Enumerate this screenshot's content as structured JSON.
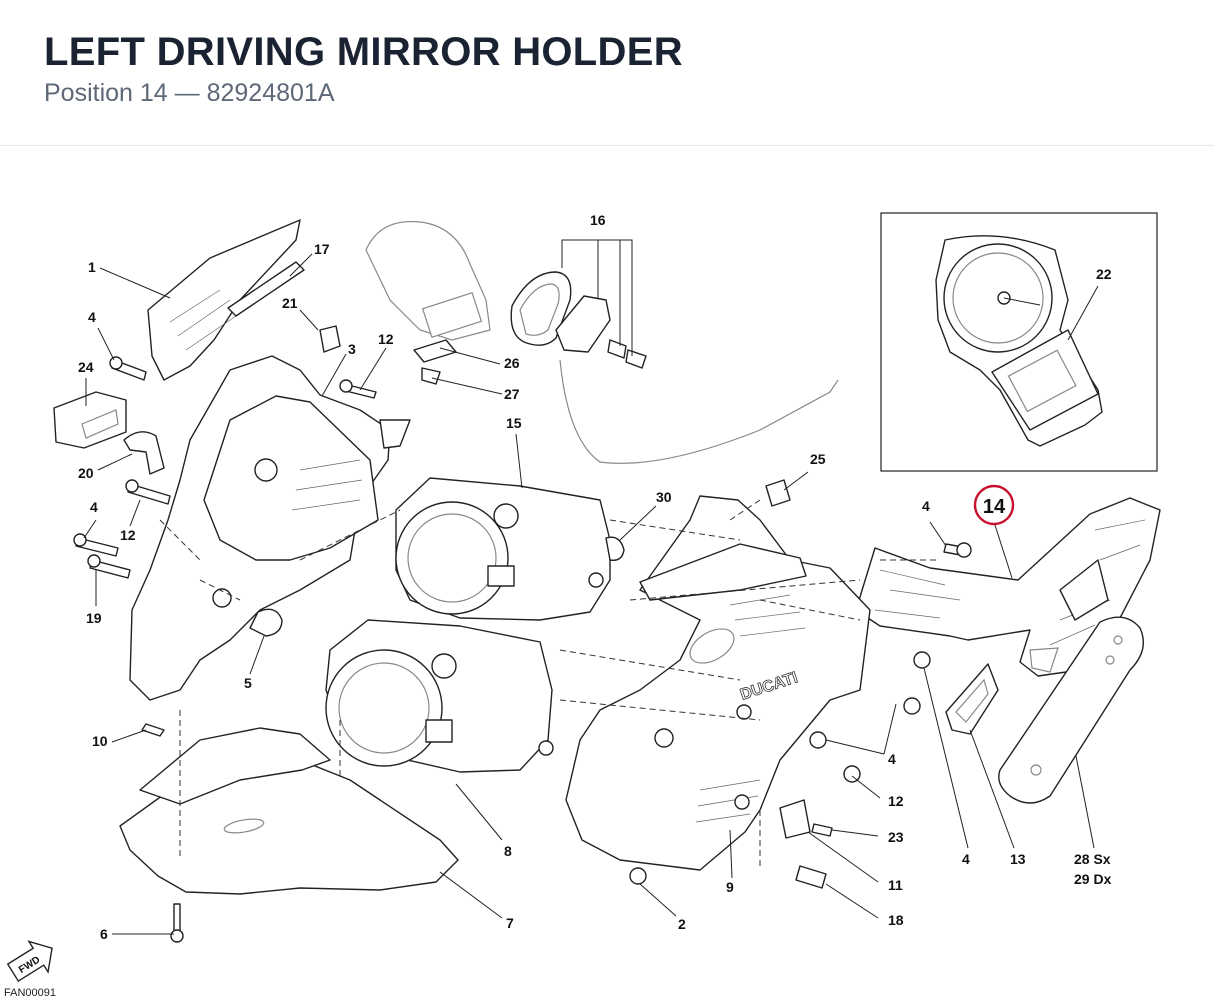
{
  "header": {
    "title": "LEFT DRIVING MIRROR HOLDER",
    "subtitle": "Position 14 — 82924801A"
  },
  "diagram": {
    "highlight_color": "#c8102e",
    "highlighted_callout": "14",
    "callouts": {
      "c1": "1",
      "c2": "2",
      "c3": "3",
      "c4a": "4",
      "c4b": "4",
      "c4c": "4",
      "c4d": "4",
      "c4e": "4",
      "c5": "5",
      "c6": "6",
      "c7": "7",
      "c8": "8",
      "c9": "9",
      "c10": "10",
      "c11": "11",
      "c12a": "12",
      "c12b": "12",
      "c12c": "12",
      "c13": "13",
      "c14": "14",
      "c15": "15",
      "c16": "16",
      "c17": "17",
      "c18": "18",
      "c19": "19",
      "c20": "20",
      "c21": "21",
      "c22": "22",
      "c23": "23",
      "c24": "24",
      "c25": "25",
      "c26": "26",
      "c27": "27",
      "c28": "28 Sx",
      "c29": "29 Dx",
      "c30": "30"
    },
    "fwd_label": "FWD",
    "drawing_code": "FAN00091",
    "brand_mark": "DUCATI"
  }
}
